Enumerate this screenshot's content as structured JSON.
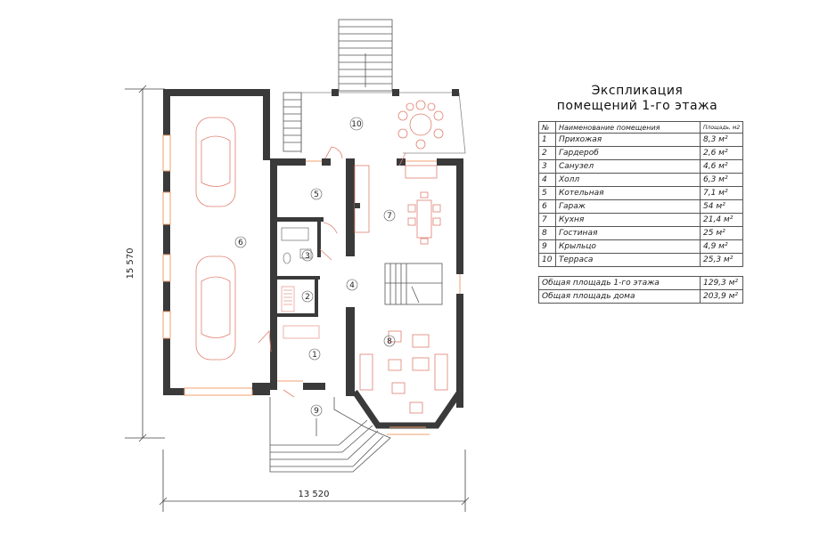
{
  "title": {
    "line1": "Экспликация",
    "line2": "помещений 1-го этажа"
  },
  "table": {
    "header": {
      "num": "№",
      "name": "Наименование помещения",
      "area": "Площадь, м2"
    },
    "rows": [
      {
        "num": "1",
        "name": "Прихожая",
        "area": "8,3 м²"
      },
      {
        "num": "2",
        "name": "Гардероб",
        "area": "2,6 м²"
      },
      {
        "num": "3",
        "name": "Санузел",
        "area": "4,6 м²"
      },
      {
        "num": "4",
        "name": "Холл",
        "area": "6,3 м²"
      },
      {
        "num": "5",
        "name": "Котельная",
        "area": "7,1 м²"
      },
      {
        "num": "6",
        "name": "Гараж",
        "area": "54 м²"
      },
      {
        "num": "7",
        "name": "Кухня",
        "area": "21,4 м²"
      },
      {
        "num": "8",
        "name": "Гостиная",
        "area": "25 м²"
      },
      {
        "num": "9",
        "name": "Крыльцо",
        "area": "4,9 м²"
      },
      {
        "num": "10",
        "name": "Терраса",
        "area": "25,3 м²"
      }
    ],
    "totals": [
      {
        "name": "Общая площадь 1-го этажа",
        "area": "129,3 м²"
      },
      {
        "name": "Общая площадь дома",
        "area": "203,9 м²"
      }
    ]
  },
  "dimensions": {
    "width": "13 520",
    "height": "15 570"
  },
  "room_labels": {
    "r1": "1",
    "r2": "2",
    "r3": "3",
    "r4": "4",
    "r5": "5",
    "r6": "6",
    "r7": "7",
    "r8": "8",
    "r9": "9",
    "r10": "10"
  },
  "colors": {
    "wall": "#3a3a3a",
    "furniture": "#e08070",
    "window": "#f0a070",
    "line": "#555555"
  }
}
